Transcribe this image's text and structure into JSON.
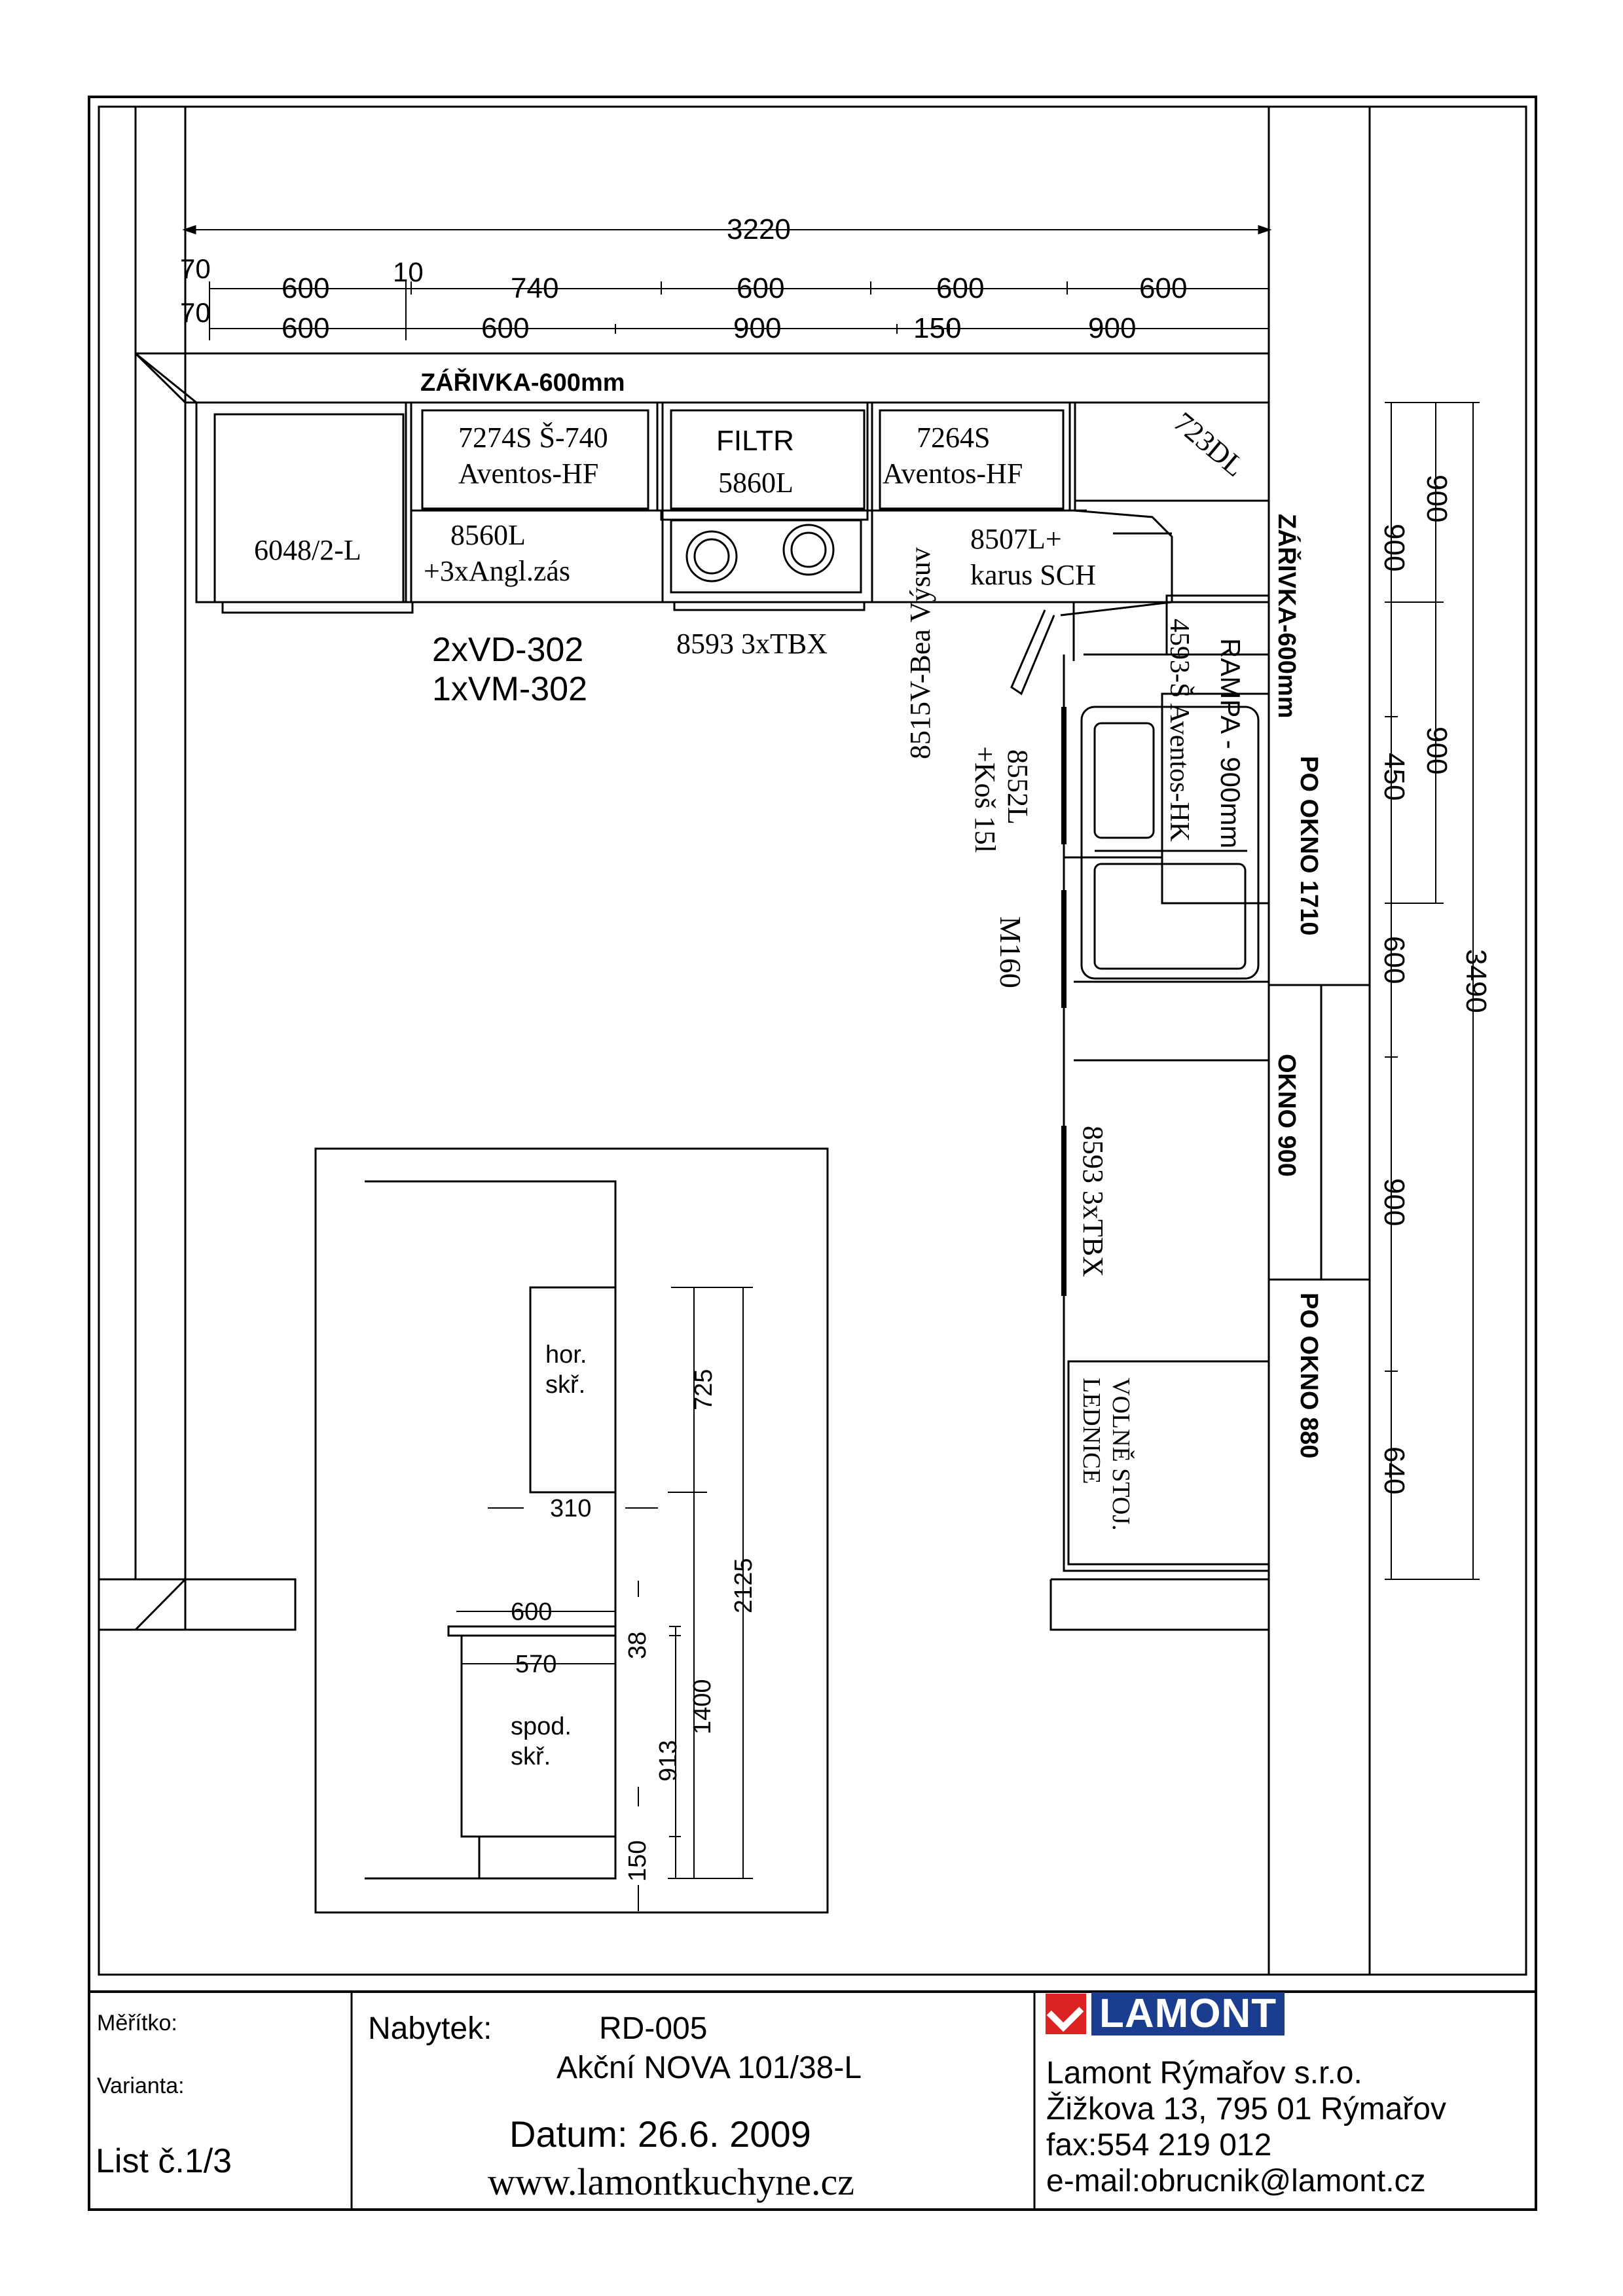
{
  "dims_top": {
    "total": "3220",
    "left_offsets": [
      "70",
      "70"
    ],
    "row1": [
      "600",
      "10",
      "740",
      "600",
      "600",
      "600"
    ],
    "row2": [
      "600",
      "600",
      "900",
      "150",
      "900"
    ]
  },
  "dims_right": {
    "total": "3490",
    "col1": [
      "900",
      "450",
      "600",
      "900",
      "640"
    ],
    "col2": [
      "900",
      "900"
    ]
  },
  "labels": {
    "zarivka_top": "ZÁŘIVKA-600mm",
    "zarivka_right": "ZÁŘIVKA-600mm",
    "cab_6048": "6048/2-L",
    "cab_7274_1": "7274S Š-740",
    "cab_7274_2": "Aventos-HF",
    "cab_8560_1": "8560L",
    "cab_8560_2": "+3xAngl.zás",
    "filtr": "FILTR",
    "filtr_code": "5860L",
    "cab_7264_1": "7264S",
    "cab_7264_2": "Aventos-HF",
    "cab_723": "723DL",
    "cab_8507_1": "8507L+",
    "cab_8507_2": "karus SCH",
    "cab_8593_top": "8593 3xTBX",
    "vd": "2xVD-302",
    "vm": "1xVM-302",
    "cab_8515": "8515V-Bea Výsuv",
    "cab_8552_1": "8552L",
    "cab_8552_2": "+Koš 15l",
    "m160": "M160",
    "rampa": "RAMPA - 900mm",
    "cab_4593": "4593-Š Aventos-HK",
    "po_okno_1710": "PO OKNO 1710",
    "okno_900": "OKNO 900",
    "po_okno_880": "PO OKNO 880",
    "cab_8593_right": "8593 3xTBX",
    "ledn_1": "VOLNĚ STOJ.",
    "ledn_2": "LEDNICE"
  },
  "section": {
    "hor": "hor.",
    "hor2": "skř.",
    "spod": "spod.",
    "spod2": "skř.",
    "d310": "310",
    "d600": "600",
    "d570": "570",
    "d725": "725",
    "d2125": "2125",
    "d38": "38",
    "d1400": "1400",
    "d913": "913",
    "d150": "150"
  },
  "title_block": {
    "meritko": "Měřítko:",
    "varianta": "Varianta:",
    "list": "List č.1/3",
    "nabytek_label": "Nabytek:",
    "nabytek_code": "RD-005",
    "product": "Akční NOVA 101/38-L",
    "datum": "Datum: 26.6. 2009",
    "web": "www.lamontkuchyne.cz",
    "logo": "LAMONT",
    "company": "Lamont Rýmařov s.r.o.",
    "address": "Žižkova 13,   795 01 Rýmařov",
    "fax": "fax:554 219 012",
    "email": "e-mail:obrucnik@lamont.cz"
  }
}
